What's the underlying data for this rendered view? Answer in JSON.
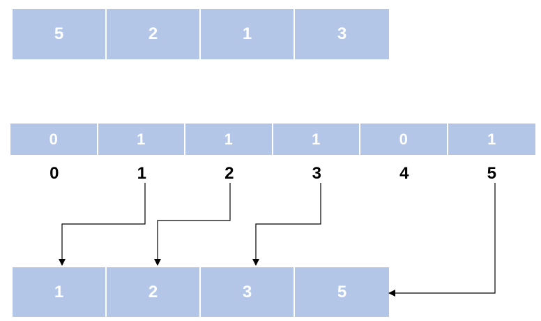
{
  "input_array": {
    "values": [
      "5",
      "2",
      "1",
      "3"
    ]
  },
  "count_array": {
    "values": [
      "0",
      "1",
      "1",
      "1",
      "0",
      "1"
    ],
    "indices": [
      "0",
      "1",
      "2",
      "3",
      "4",
      "5"
    ]
  },
  "output_array": {
    "values": [
      "1",
      "2",
      "3",
      "5"
    ]
  },
  "colors": {
    "cell_fill": "#b4c6e7",
    "cell_text": "#ffffff",
    "index_text": "#000000",
    "arrow": "#000000"
  }
}
